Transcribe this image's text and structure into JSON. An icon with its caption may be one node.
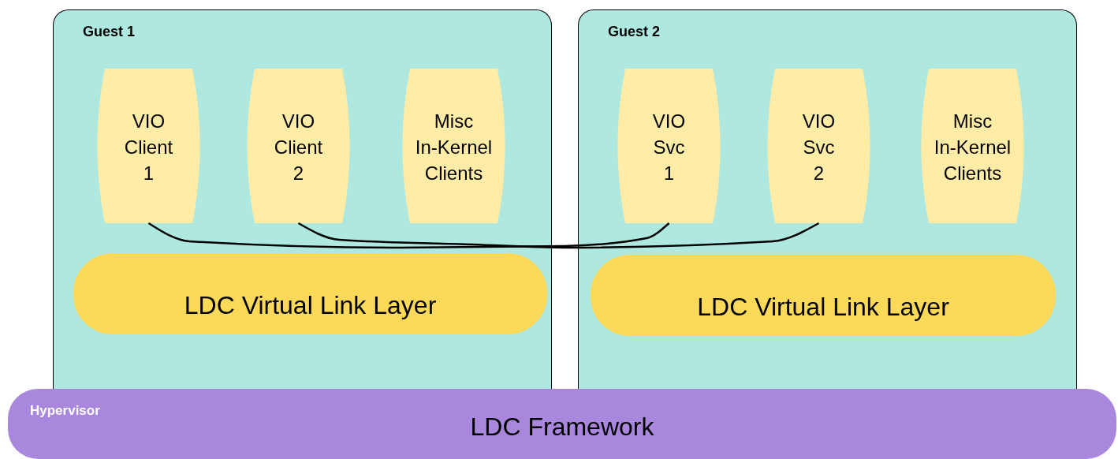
{
  "diagram": {
    "nodes": [
      {
        "text": [
          "Guest 1"
        ]
      },
      {
        "text": [
          "VIO Client 1"
        ],
        "in": 0
      },
      {
        "text": [
          "VIO Client 2"
        ],
        "in": 0
      },
      {
        "text": [
          "Misc In-Kernel Clients"
        ],
        "in": 0
      },
      {
        "text": [
          "LDC Virtual Link Layer"
        ],
        "in": 0
      },
      {
        "text": [
          "Guest 2"
        ]
      },
      {
        "text": [
          "VIO Svc 1"
        ],
        "in": 5
      },
      {
        "text": [
          "VIO Svc 2"
        ],
        "in": 5
      },
      {
        "text": [
          "Misc In-Kernel Clients"
        ],
        "in": 5
      },
      {
        "text": [
          "LDC Virtual Link Layer"
        ],
        "in": 5
      },
      {
        "text": [
          "Hypervisor",
          "LDC Framework"
        ]
      }
    ],
    "edges": [
      {
        "from": 1,
        "to": 6,
        "arrow": "none"
      },
      {
        "from": 2,
        "to": 7,
        "arrow": "none"
      }
    ]
  }
}
